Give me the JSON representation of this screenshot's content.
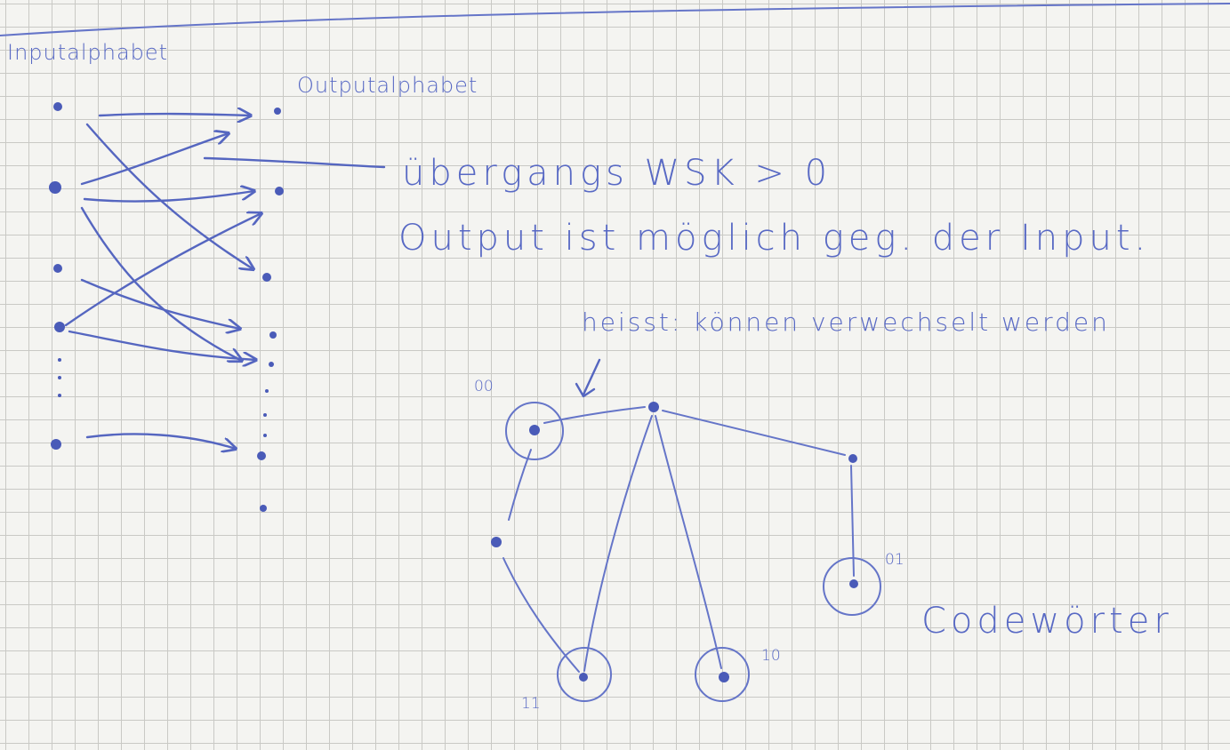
{
  "labels": {
    "input_alphabet": "Inputalphabet",
    "output_alphabet": "Outputalphabet",
    "transition_prob": "übergangs WSK > 0",
    "output_possible": "Output ist möglich geg. der Input.",
    "meaning": "heisst: können verwechselt werden",
    "codewords": "Codewörter"
  },
  "codes": {
    "c00": "00",
    "c01": "01",
    "c10": "10",
    "c11": "11"
  },
  "colors": {
    "ink": "#5566c0",
    "grid": "#c9c9c5",
    "paper": "#f4f4f1"
  }
}
